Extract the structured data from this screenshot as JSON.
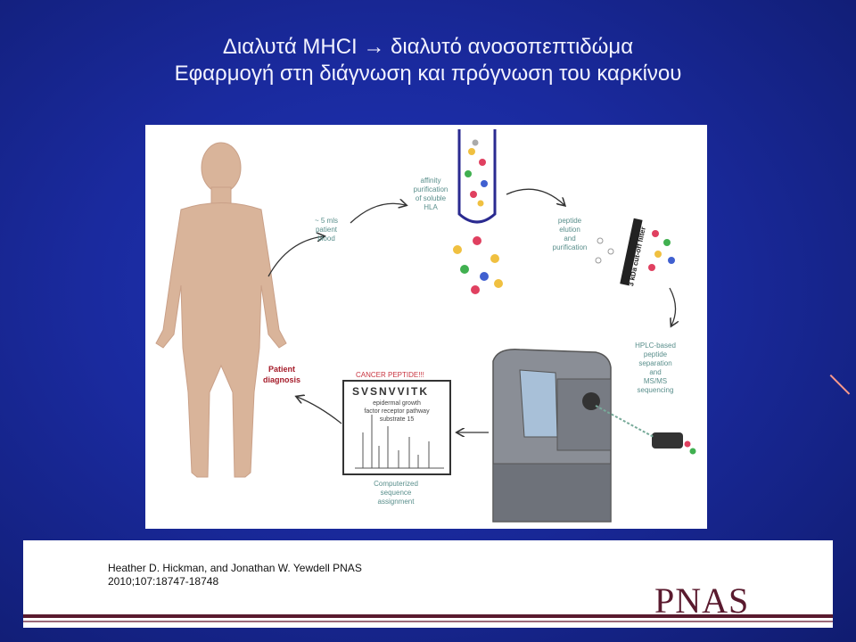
{
  "slide": {
    "title_line1": "Διαλυτά MHCI → διαλυτό ανοσοπεπτιδώμα",
    "title_line2": "Εφαρμογή στη διάγνωση και πρόγνωση του καρκίνου"
  },
  "figure": {
    "blood_label": [
      "~ 5 mls",
      "patient",
      "blood"
    ],
    "affinity_label": [
      "affinity",
      "purification",
      "of soluble",
      "HLA"
    ],
    "elution_label": [
      "peptide",
      "elution",
      "and",
      "purification"
    ],
    "filter_label": "3 kDa cut-off filter",
    "hplc_label": [
      "HPLC-based",
      "peptide",
      "separation",
      "and",
      "MS/MS",
      "sequencing"
    ],
    "computerized_label": [
      "Computerized",
      "sequence",
      "assignment"
    ],
    "cancer_label": "CANCER PEPTIDE!!!",
    "peptide_sequence": "SVSNVVITK",
    "peptide_desc": [
      "epidermal growth",
      "factor receptor pathway",
      "substrate 15"
    ],
    "diagnosis_label": [
      "Patient",
      "diagnosis"
    ]
  },
  "footer": {
    "citation_line1": "Heather D. Hickman, and Jonathan W. Yewdell PNAS",
    "citation_line2": "2010;107:18747-18748",
    "logo_text": "PNAS"
  },
  "colors": {
    "background": "#1a2a9e",
    "accent_text": "#5a8f8c",
    "diagnosis_text": "#a51c2a",
    "logo": "#5a1a2e"
  }
}
